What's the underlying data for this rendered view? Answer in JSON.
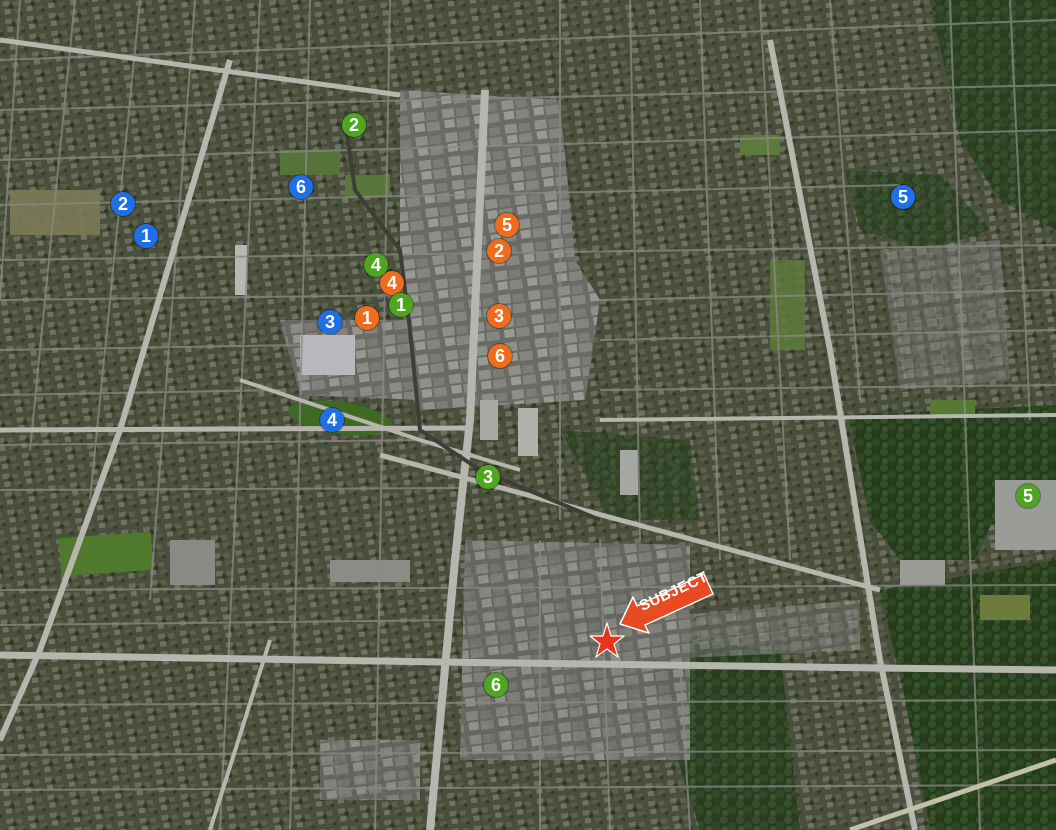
{
  "subject": {
    "label": "SUBJECT",
    "arrow_color": "#e84a22",
    "star_color": "#e8331e"
  },
  "colors": {
    "blue": "#1e6fe8",
    "orange": "#ee6c1c",
    "green": "#4ea620"
  },
  "markers": {
    "blue": [
      "1",
      "2",
      "3",
      "4",
      "5",
      "6"
    ],
    "orange": [
      "1",
      "2",
      "3",
      "4",
      "5",
      "6"
    ],
    "green": [
      "1",
      "2",
      "3",
      "4",
      "5",
      "6"
    ]
  }
}
